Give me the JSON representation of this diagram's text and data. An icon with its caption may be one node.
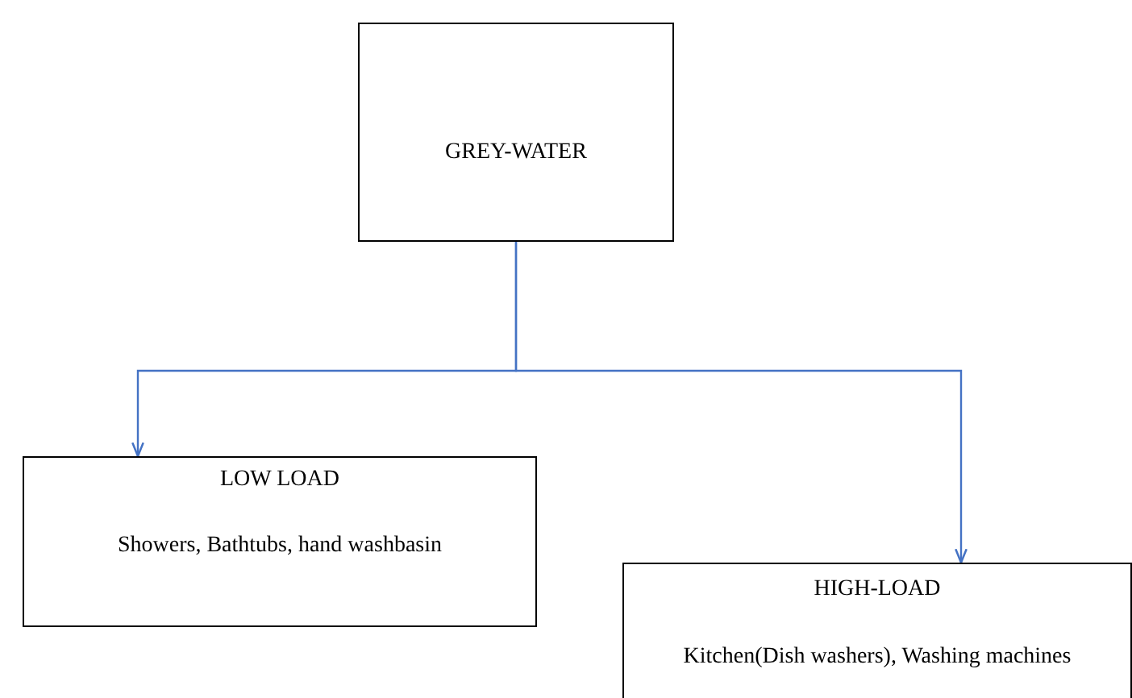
{
  "diagram": {
    "nodes": [
      {
        "text": [
          "GREY-WATER"
        ]
      },
      {
        "text": [
          "LOW LOAD",
          "Showers, Bathtubs, hand washbasin"
        ]
      },
      {
        "text": [
          "HIGH-LOAD",
          "Kitchen(Dish washers), Washing machines"
        ]
      }
    ],
    "edges": [
      {
        "from": 0,
        "to": 1,
        "arrow": "to"
      },
      {
        "from": 0,
        "to": 2,
        "arrow": "to"
      }
    ]
  }
}
